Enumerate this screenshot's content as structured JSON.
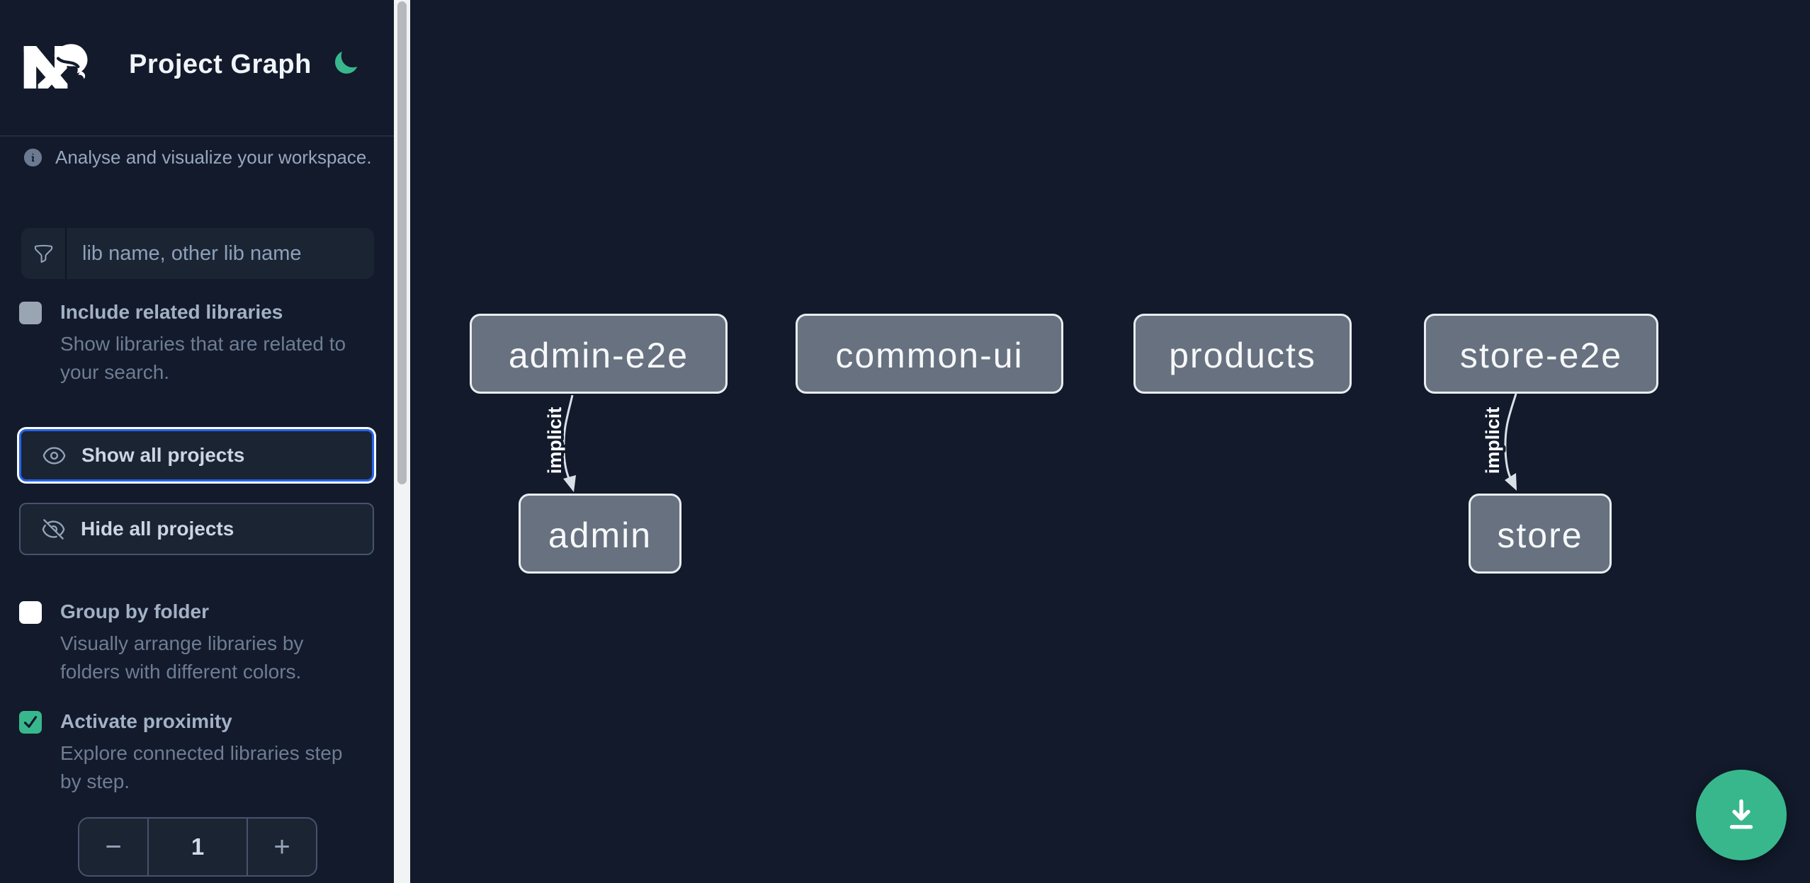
{
  "header": {
    "title": "Project Graph",
    "logo_name": "Nx",
    "theme": "dark"
  },
  "sidebar": {
    "intro_text": "Analyse and visualize your workspace.",
    "search_placeholder": "lib name, other lib name",
    "search_value": "",
    "show_all_label": "Show all projects",
    "hide_all_label": "Hide all projects",
    "options": [
      {
        "label": "Include related libraries",
        "description": "Show libraries that are related to your search.",
        "checked": false
      },
      {
        "label": "Group by folder",
        "description": "Visually arrange libraries by folders with different colors.",
        "checked": false
      },
      {
        "label": "Activate proximity",
        "description": "Explore connected libraries step by step.",
        "checked": true
      }
    ],
    "stepper": {
      "decrement_label": "−",
      "value": "1",
      "increment_label": "+"
    }
  },
  "graph": {
    "nodes": [
      {
        "label": "admin-e2e"
      },
      {
        "label": "common-ui"
      },
      {
        "label": "products"
      },
      {
        "label": "store-e2e"
      },
      {
        "label": "admin"
      },
      {
        "label": "store"
      }
    ],
    "edges": [
      {
        "from": "admin-e2e",
        "to": "admin",
        "label": "implicit"
      },
      {
        "from": "store-e2e",
        "to": "store",
        "label": "implicit"
      }
    ]
  },
  "colors": {
    "background": "#121a2b",
    "panel": "#1b2433",
    "panel_border": "#47536b",
    "accent_green": "#38b78d",
    "focus_blue": "#2563eb",
    "node_fill": "#67717f",
    "node_border": "#e9edf2",
    "edge": "#d9e0e8",
    "label_text": "#a2b1c5",
    "description_text": "#6e7d93"
  }
}
